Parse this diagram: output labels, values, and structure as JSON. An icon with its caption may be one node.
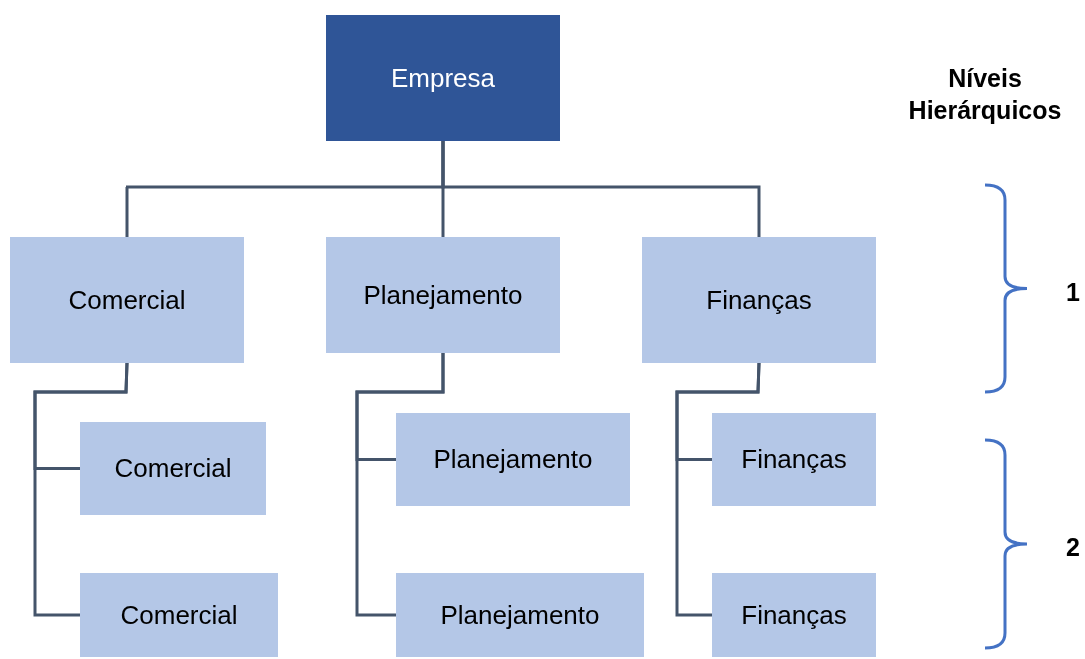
{
  "diagram": {
    "nodes": [
      {
        "text": [
          "Empresa"
        ]
      },
      {
        "text": [
          "Comercial"
        ]
      },
      {
        "text": [
          "Planejamento"
        ]
      },
      {
        "text": [
          "Finanças"
        ]
      },
      {
        "text": [
          "Comercial"
        ]
      },
      {
        "text": [
          "Comercial"
        ]
      },
      {
        "text": [
          "Planejamento"
        ]
      },
      {
        "text": [
          "Planejamento"
        ]
      },
      {
        "text": [
          "Finanças"
        ]
      },
      {
        "text": [
          "Finanças"
        ]
      }
    ],
    "edges": [
      {
        "from": 0,
        "to": 1,
        "arrow": "none"
      },
      {
        "from": 0,
        "to": 2,
        "arrow": "none"
      },
      {
        "from": 0,
        "to": 3,
        "arrow": "none"
      },
      {
        "from": 1,
        "to": 4,
        "arrow": "none"
      },
      {
        "from": 1,
        "to": 5,
        "arrow": "none"
      },
      {
        "from": 2,
        "to": 6,
        "arrow": "none"
      },
      {
        "from": 2,
        "to": 7,
        "arrow": "none"
      },
      {
        "from": 3,
        "to": 8,
        "arrow": "none"
      },
      {
        "from": 3,
        "to": 9,
        "arrow": "none"
      }
    ],
    "labels": [
      "Níveis Hierárquicos",
      "1",
      "2"
    ]
  }
}
